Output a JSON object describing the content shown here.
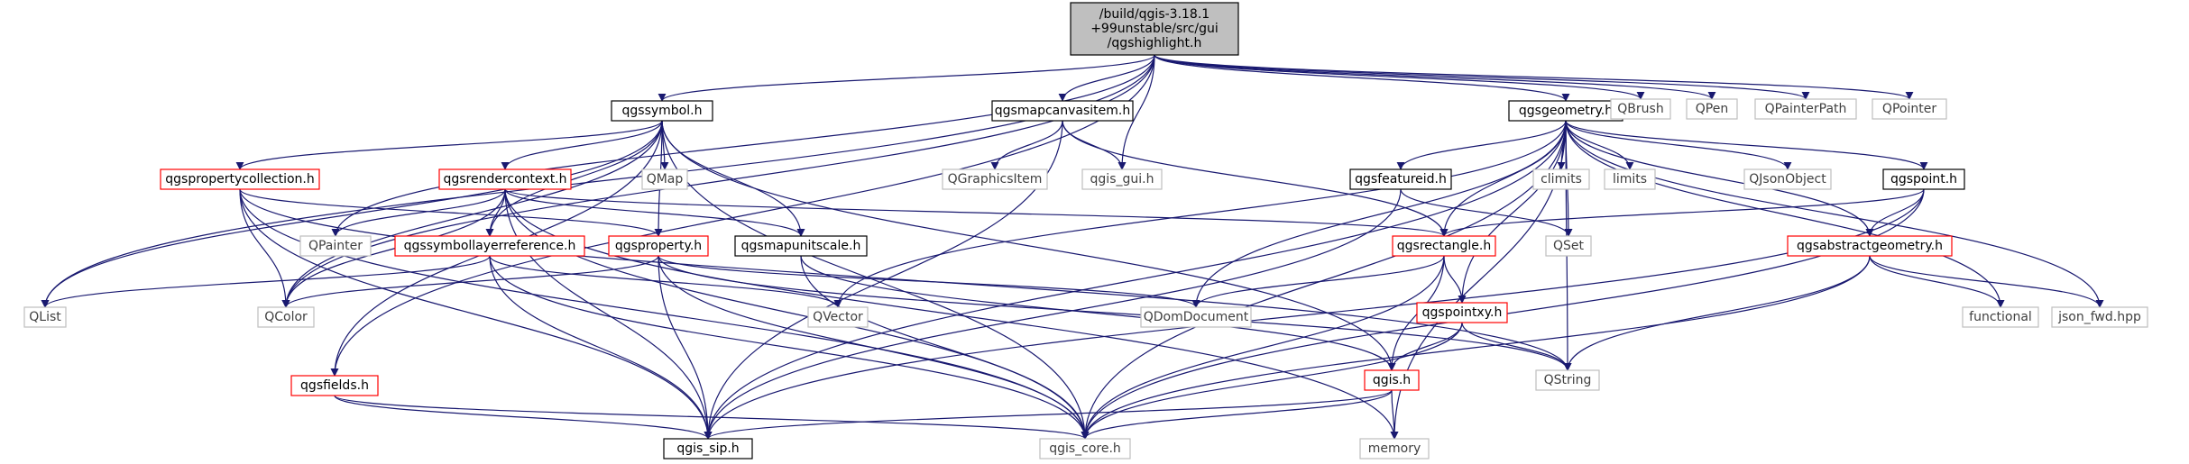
{
  "diagram": {
    "colors": {
      "background": "#ffffff",
      "root_fill": "#bfbfbf",
      "normal_border": "#000000",
      "linked_border": "#ff0000",
      "external_border": "#bfbfbf",
      "external_text": "#404040",
      "edge": "#191970"
    },
    "nodes": [
      {
        "id": "root",
        "lines": [
          "/build/qgis-3.18.1",
          "+99unstable/src/gui",
          "/qgshighlight.h"
        ],
        "style": "root"
      },
      {
        "id": "qgssymbol",
        "lines": [
          "qgssymbol.h"
        ],
        "style": "normal"
      },
      {
        "id": "qgsmapcanvasitem",
        "lines": [
          "qgsmapcanvasitem.h"
        ],
        "style": "normal"
      },
      {
        "id": "qgsgeometry",
        "lines": [
          "qgsgeometry.h"
        ],
        "style": "normal"
      },
      {
        "id": "QBrush",
        "lines": [
          "QBrush"
        ],
        "style": "external"
      },
      {
        "id": "QPen",
        "lines": [
          "QPen"
        ],
        "style": "external"
      },
      {
        "id": "QPainterPath",
        "lines": [
          "QPainterPath"
        ],
        "style": "external"
      },
      {
        "id": "QPointer",
        "lines": [
          "QPointer"
        ],
        "style": "external"
      },
      {
        "id": "qgspropertycollection",
        "lines": [
          "qgspropertycollection.h"
        ],
        "style": "linked"
      },
      {
        "id": "qgsrendercontext",
        "lines": [
          "qgsrendercontext.h"
        ],
        "style": "linked"
      },
      {
        "id": "QMap",
        "lines": [
          "QMap"
        ],
        "style": "external"
      },
      {
        "id": "QGraphicsItem",
        "lines": [
          "QGraphicsItem"
        ],
        "style": "external"
      },
      {
        "id": "qgis_gui",
        "lines": [
          "qgis_gui.h"
        ],
        "style": "external"
      },
      {
        "id": "qgsfeatureid",
        "lines": [
          "qgsfeatureid.h"
        ],
        "style": "normal"
      },
      {
        "id": "climits",
        "lines": [
          "climits"
        ],
        "style": "external"
      },
      {
        "id": "limits",
        "lines": [
          "limits"
        ],
        "style": "external"
      },
      {
        "id": "QJsonObject",
        "lines": [
          "QJsonObject"
        ],
        "style": "external"
      },
      {
        "id": "qgspoint",
        "lines": [
          "qgspoint.h"
        ],
        "style": "normal"
      },
      {
        "id": "QPainter",
        "lines": [
          "QPainter"
        ],
        "style": "external"
      },
      {
        "id": "qgssymbollayerreference",
        "lines": [
          "qgssymbollayerreference.h"
        ],
        "style": "linked"
      },
      {
        "id": "qgsproperty",
        "lines": [
          "qgsproperty.h"
        ],
        "style": "linked"
      },
      {
        "id": "qgsmapunitscale",
        "lines": [
          "qgsmapunitscale.h"
        ],
        "style": "normal"
      },
      {
        "id": "qgsrectangle",
        "lines": [
          "qgsrectangle.h"
        ],
        "style": "linked"
      },
      {
        "id": "QSet",
        "lines": [
          "QSet"
        ],
        "style": "external"
      },
      {
        "id": "qgsabstractgeometry",
        "lines": [
          "qgsabstractgeometry.h"
        ],
        "style": "linked"
      },
      {
        "id": "QList",
        "lines": [
          "QList"
        ],
        "style": "external"
      },
      {
        "id": "QColor",
        "lines": [
          "QColor"
        ],
        "style": "external"
      },
      {
        "id": "QVector",
        "lines": [
          "QVector"
        ],
        "style": "external"
      },
      {
        "id": "QDomDocument",
        "lines": [
          "QDomDocument"
        ],
        "style": "external"
      },
      {
        "id": "qgspointxy",
        "lines": [
          "qgspointxy.h"
        ],
        "style": "linked"
      },
      {
        "id": "functional",
        "lines": [
          "functional"
        ],
        "style": "external"
      },
      {
        "id": "json_fwd",
        "lines": [
          "json_fwd.hpp"
        ],
        "style": "external"
      },
      {
        "id": "QString",
        "lines": [
          "QString"
        ],
        "style": "external"
      },
      {
        "id": "qgsfields",
        "lines": [
          "qgsfields.h"
        ],
        "style": "linked"
      },
      {
        "id": "qgis",
        "lines": [
          "qgis.h"
        ],
        "style": "linked"
      },
      {
        "id": "qgis_sip",
        "lines": [
          "qgis_sip.h"
        ],
        "style": "normal"
      },
      {
        "id": "qgis_core",
        "lines": [
          "qgis_core.h"
        ],
        "style": "external"
      },
      {
        "id": "memory",
        "lines": [
          "memory"
        ],
        "style": "external"
      }
    ],
    "edges": [
      [
        "root",
        "qgssymbol"
      ],
      [
        "root",
        "qgsmapcanvasitem"
      ],
      [
        "root",
        "qgsgeometry"
      ],
      [
        "root",
        "QBrush"
      ],
      [
        "root",
        "QPen"
      ],
      [
        "root",
        "QPainterPath"
      ],
      [
        "root",
        "QPointer"
      ],
      [
        "root",
        "QList"
      ],
      [
        "root",
        "QColor"
      ],
      [
        "root",
        "QPainter"
      ],
      [
        "root",
        "qgsfields"
      ],
      [
        "root",
        "qgis_gui"
      ],
      [
        "qgssymbol",
        "qgspropertycollection"
      ],
      [
        "qgssymbol",
        "qgsrendercontext"
      ],
      [
        "qgssymbol",
        "QMap"
      ],
      [
        "qgssymbol",
        "qgssymbollayerreference"
      ],
      [
        "qgssymbol",
        "qgsproperty"
      ],
      [
        "qgssymbol",
        "qgsmapunitscale"
      ],
      [
        "qgssymbol",
        "QList"
      ],
      [
        "qgssymbol",
        "qgis_core"
      ],
      [
        "qgssymbol",
        "qgis"
      ],
      [
        "qgssymbol",
        "QColor"
      ],
      [
        "qgssymbol",
        "qgsfields"
      ],
      [
        "qgsmapcanvasitem",
        "QGraphicsItem"
      ],
      [
        "qgsmapcanvasitem",
        "qgis_gui"
      ],
      [
        "qgsmapcanvasitem",
        "qgsrectangle"
      ],
      [
        "qgsmapcanvasitem",
        "qgis_sip"
      ],
      [
        "qgsgeometry",
        "qgsfeatureid"
      ],
      [
        "qgsgeometry",
        "climits"
      ],
      [
        "qgsgeometry",
        "limits"
      ],
      [
        "qgsgeometry",
        "QJsonObject"
      ],
      [
        "qgsgeometry",
        "qgspoint"
      ],
      [
        "qgsgeometry",
        "QSet"
      ],
      [
        "qgsgeometry",
        "qgsabstractgeometry"
      ],
      [
        "qgsgeometry",
        "functional"
      ],
      [
        "qgsgeometry",
        "json_fwd"
      ],
      [
        "qgsgeometry",
        "QVector"
      ],
      [
        "qgsgeometry",
        "QDomDocument"
      ],
      [
        "qgsgeometry",
        "qgspointxy"
      ],
      [
        "qgsgeometry",
        "QString"
      ],
      [
        "qgsgeometry",
        "qgsrectangle"
      ],
      [
        "qgsgeometry",
        "qgis_sip"
      ],
      [
        "qgsgeometry",
        "qgis_core"
      ],
      [
        "qgsgeometry",
        "memory"
      ],
      [
        "qgspropertycollection",
        "qgsproperty"
      ],
      [
        "qgspropertycollection",
        "QColor"
      ],
      [
        "qgspropertycollection",
        "QString"
      ],
      [
        "qgspropertycollection",
        "qgis_core"
      ],
      [
        "qgspropertycollection",
        "qgis_sip"
      ],
      [
        "qgsrendercontext",
        "QPainter"
      ],
      [
        "qgsrendercontext",
        "qgssymbollayerreference"
      ],
      [
        "qgsrendercontext",
        "qgsmapunitscale"
      ],
      [
        "qgsrendercontext",
        "qgsrectangle"
      ],
      [
        "qgsrendercontext",
        "QColor"
      ],
      [
        "qgsrendercontext",
        "qgis_core"
      ],
      [
        "qgsrendercontext",
        "qgis_sip"
      ],
      [
        "qgsrendercontext",
        "memory"
      ],
      [
        "qgssymbollayerreference",
        "QList"
      ],
      [
        "qgssymbollayerreference",
        "QVector"
      ],
      [
        "qgssymbollayerreference",
        "qgis_sip"
      ],
      [
        "qgssymbollayerreference",
        "qgis_core"
      ],
      [
        "qgsproperty",
        "QColor"
      ],
      [
        "qgsproperty",
        "QDomDocument"
      ],
      [
        "qgsproperty",
        "QString"
      ],
      [
        "qgsproperty",
        "qgis_sip"
      ],
      [
        "qgsproperty",
        "qgis_core"
      ],
      [
        "qgsmapunitscale",
        "qgis"
      ],
      [
        "qgsmapunitscale",
        "qgis_core"
      ],
      [
        "qgsfeatureid",
        "QSet"
      ],
      [
        "qgsfeatureid",
        "qgis_sip"
      ],
      [
        "qgspoint",
        "qgsrectangle"
      ],
      [
        "qgspoint",
        "qgsabstractgeometry"
      ],
      [
        "qgspoint",
        "qgis_core"
      ],
      [
        "qgspoint",
        "qgis_sip"
      ],
      [
        "qgsrectangle",
        "QDomDocument"
      ],
      [
        "qgsrectangle",
        "qgspointxy"
      ],
      [
        "qgsrectangle",
        "qgis"
      ],
      [
        "qgsrectangle",
        "qgis_core"
      ],
      [
        "qgsabstractgeometry",
        "functional"
      ],
      [
        "qgsabstractgeometry",
        "json_fwd"
      ],
      [
        "qgsabstractgeometry",
        "QString"
      ],
      [
        "qgsabstractgeometry",
        "qgis_core"
      ],
      [
        "qgspointxy",
        "QString"
      ],
      [
        "qgspointxy",
        "qgis"
      ],
      [
        "qgspointxy",
        "qgis_core"
      ],
      [
        "qgsfields",
        "qgis_sip"
      ],
      [
        "qgsfields",
        "qgis_core"
      ],
      [
        "qgis",
        "qgis_sip"
      ],
      [
        "qgis",
        "qgis_core"
      ],
      [
        "qgis",
        "memory"
      ]
    ]
  }
}
